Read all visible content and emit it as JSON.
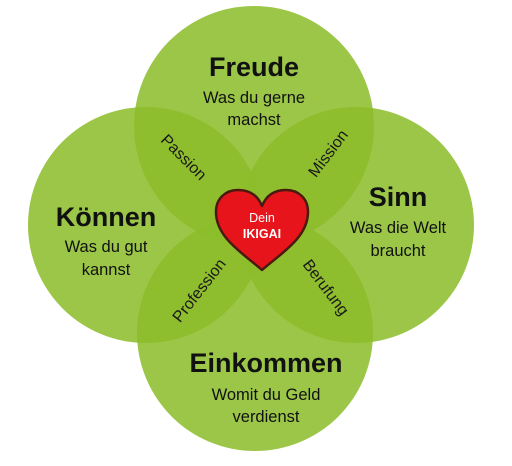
{
  "center": {
    "line1": "Dein",
    "line2": "IKIGAI",
    "color": "#e8141c"
  },
  "circles": {
    "top": {
      "title": "Freude",
      "line1": "Was du gerne",
      "line2": "machst"
    },
    "left": {
      "title": "Können",
      "line1": "Was du gut",
      "line2": "kannst"
    },
    "right": {
      "title": "Sinn",
      "line1": "Was die Welt",
      "line2": "braucht"
    },
    "bottom": {
      "title": "Einkommen",
      "line1": "Womit du Geld",
      "line2": "verdienst"
    }
  },
  "overlaps": {
    "top_left": "Passion",
    "top_right": "Mission",
    "bottom_left": "Profession",
    "bottom_right": "Berufung"
  },
  "colors": {
    "circle": "#8cbd2a"
  }
}
